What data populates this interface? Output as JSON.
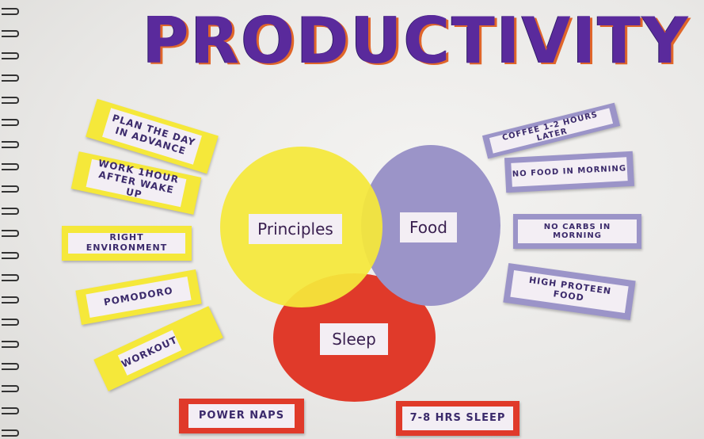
{
  "title": "PRODUCTIVITY",
  "circles": {
    "principles": "Principles",
    "food": "Food",
    "sleep": "Sleep"
  },
  "principles_items": [
    "PLAN THE DAY IN ADVANCE",
    "WORK 1HOUR AFTER WAKE UP",
    "RIGHT ENVIRONMENT",
    "POMODORO",
    "WORKOUT"
  ],
  "food_items": [
    "COFFEE 1-2 HOURS LATER",
    "NO FOOD IN MORNING",
    "NO CARBS IN MORNING",
    "HIGH PROTEEN FOOD"
  ],
  "sleep_items": [
    "POWER NAPS",
    "7-8 HRS SLEEP"
  ],
  "colors": {
    "title": "#5a2a9c",
    "principles": "#f5e83a",
    "food": "#9b94c8",
    "sleep": "#e03a2a",
    "paper": "#f3eef4"
  }
}
